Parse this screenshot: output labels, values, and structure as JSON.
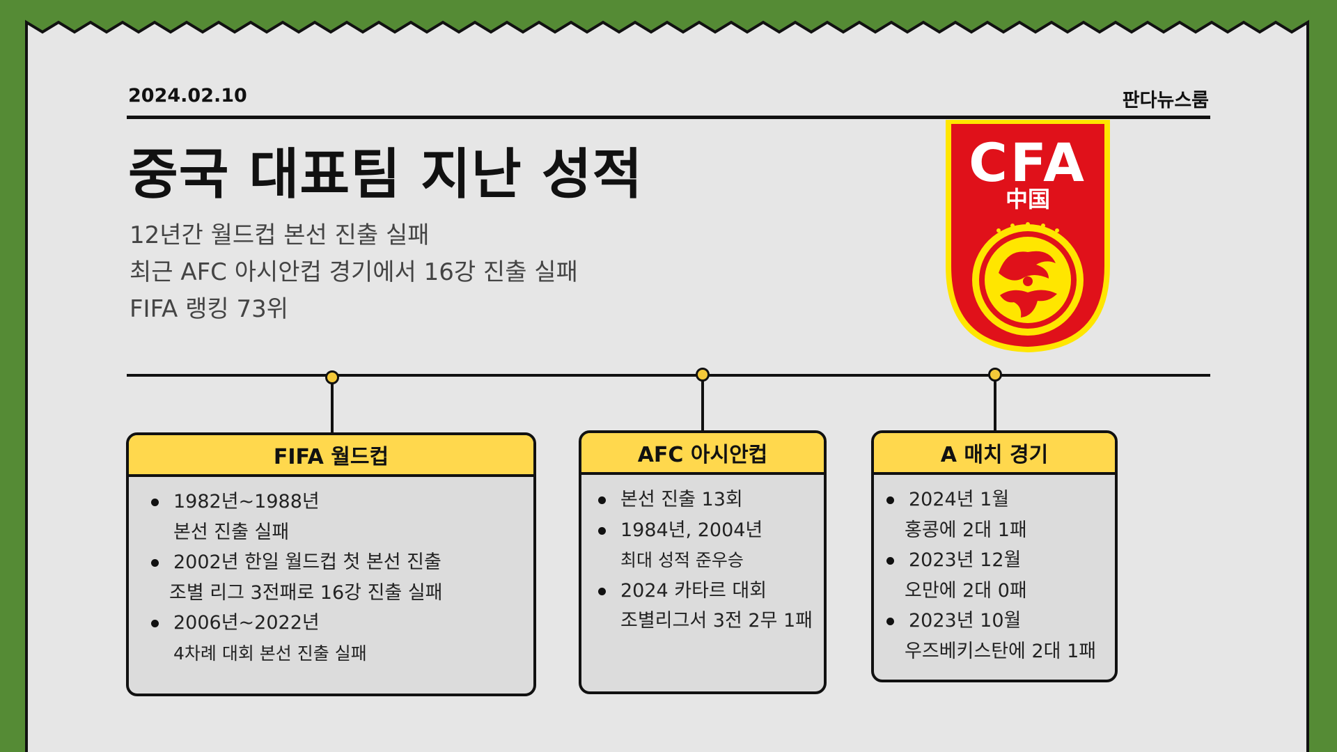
{
  "header": {
    "date": "2024.02.10",
    "brand": "판다뉴스룸"
  },
  "title": "중국 대표팀 지난 성적",
  "summary": [
    "12년간 월드컵 본선 진출 실패",
    "최근 AFC 아시안컵 경기에서 16강 진출 실패",
    "FIFA 랭킹 73위"
  ],
  "logo": {
    "text": "CFA",
    "subtext": "中国"
  },
  "cards": [
    {
      "title": "FIFA 월드컵",
      "items": [
        {
          "main": "1982년~1988년",
          "sub": "본선 진출 실패"
        },
        {
          "main": "2002년 한일 월드컵 첫 본선 진출",
          "sub": "조별 리그 3전패로 16강 진출 실패"
        },
        {
          "main": "2006년~2022년",
          "sub": "4차례 대회 본선 진출 실패"
        }
      ]
    },
    {
      "title": "AFC  아시안컵",
      "items": [
        {
          "main": "본선 진출 13회",
          "sub": ""
        },
        {
          "main": "1984년, 2004년",
          "sub": "최대 성적 준우승"
        },
        {
          "main": "2024 카타르 대회",
          "sub": "조별리그서 3전 2무 1패"
        }
      ]
    },
    {
      "title": "A 매치 경기",
      "items": [
        {
          "main": "2024년 1월",
          "sub": "홍콩에 2대 1패"
        },
        {
          "main": "2023년 12월",
          "sub": "오만에 2대 0패"
        },
        {
          "main": "2023년 10월",
          "sub": "우즈베키스탄에 2대 1패"
        }
      ]
    }
  ],
  "colors": {
    "background": "#558b35",
    "paper": "#e6e6e6",
    "card_header": "#ffd84d",
    "logo_red": "#e0111a",
    "logo_yellow": "#ffe600"
  }
}
